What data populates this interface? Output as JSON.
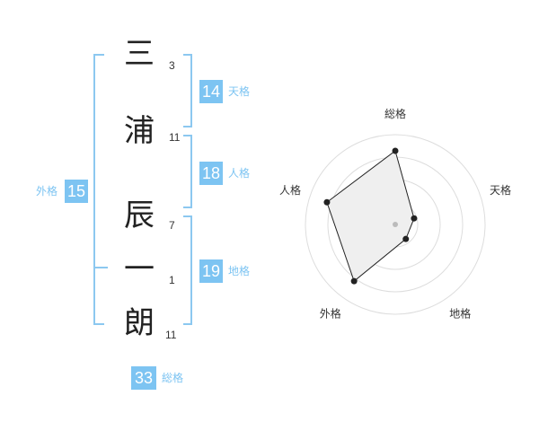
{
  "name": {
    "characters": [
      {
        "char": "三",
        "strokes": "3"
      },
      {
        "char": "浦",
        "strokes": "11"
      },
      {
        "char": "辰",
        "strokes": "7"
      },
      {
        "char": "一",
        "strokes": "1"
      },
      {
        "char": "朗",
        "strokes": "11"
      }
    ]
  },
  "scores": {
    "tenkaku": {
      "label": "天格",
      "value": "14"
    },
    "jinkaku": {
      "label": "人格",
      "value": "18"
    },
    "chikaku": {
      "label": "地格",
      "value": "19"
    },
    "gaikaku": {
      "label": "外格",
      "value": "15"
    },
    "soukaku": {
      "label": "総格",
      "value": "33"
    }
  },
  "colors": {
    "accent": "#7dc4f2",
    "bracket": "#8cc8f0"
  },
  "chart_data": {
    "type": "radar",
    "axes": [
      "総格",
      "天格",
      "地格",
      "外格",
      "人格"
    ],
    "values": [
      0.82,
      0.22,
      0.2,
      0.78,
      0.8
    ],
    "rings": 4,
    "grid": true
  }
}
